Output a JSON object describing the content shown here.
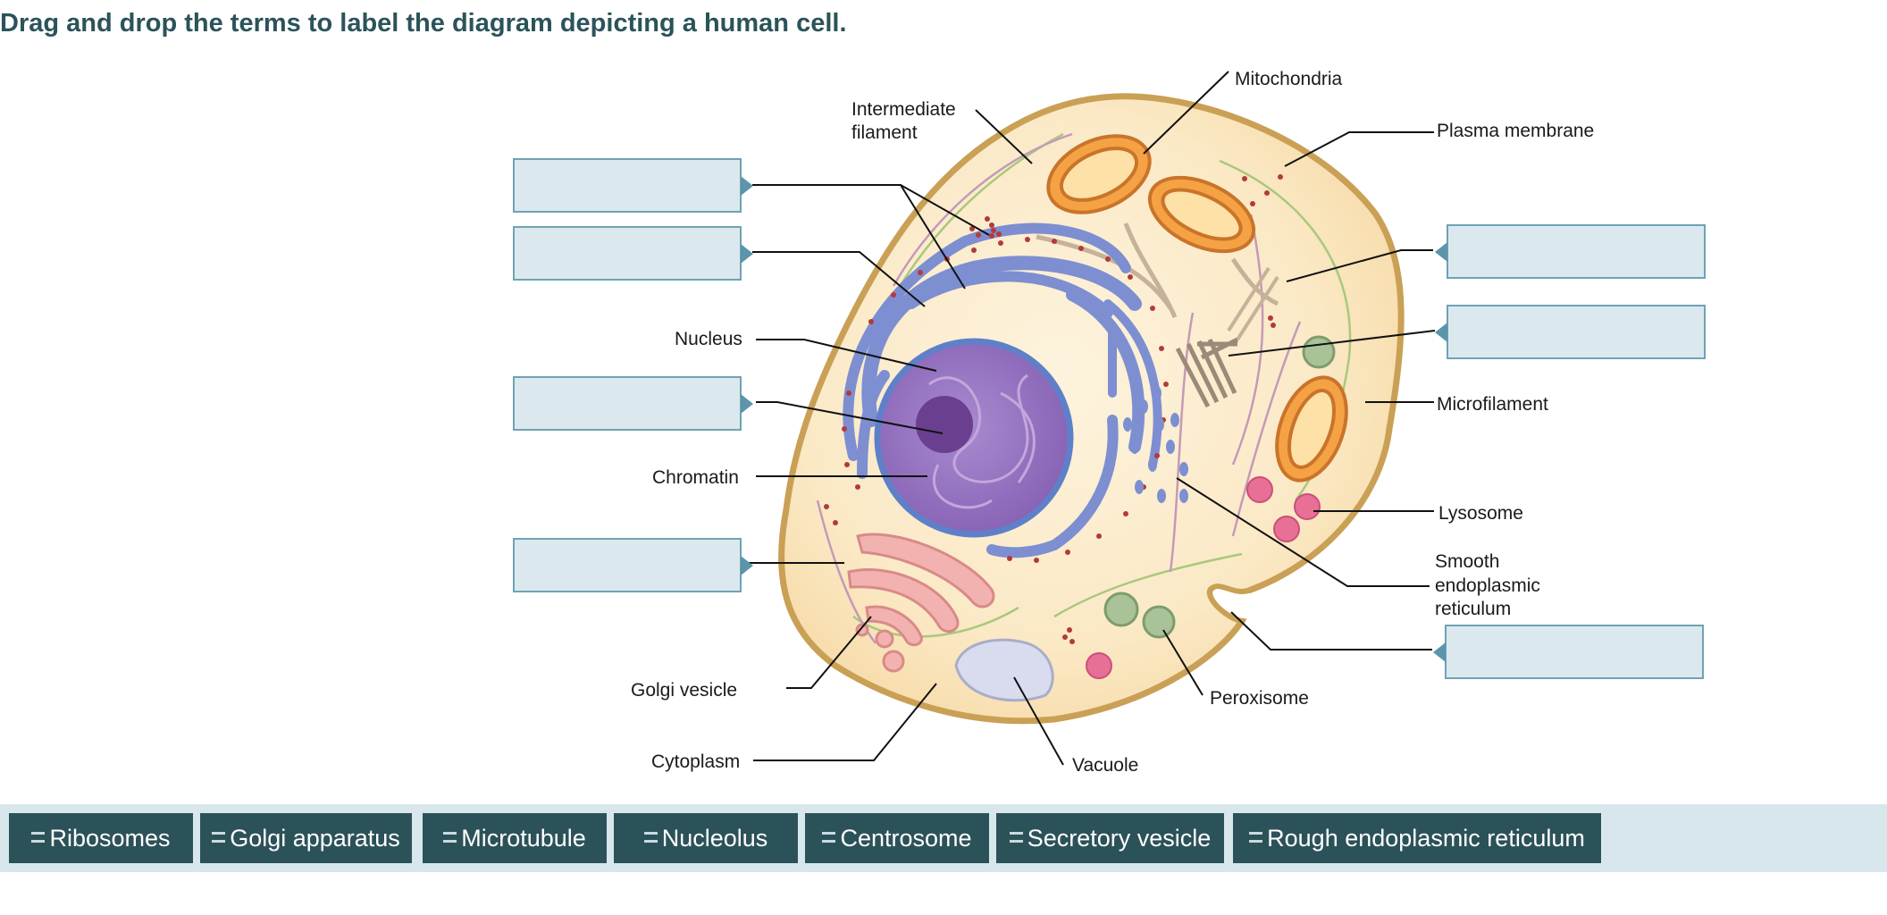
{
  "question": "Drag and drop the terms to label the diagram depicting a human cell.",
  "labels": {
    "intermediate_filament": [
      "Intermediate",
      "filament"
    ],
    "mitochondria": "Mitochondria",
    "plasma_membrane": "Plasma membrane",
    "nucleus": "Nucleus",
    "microfilament": "Microfilament",
    "chromatin": "Chromatin",
    "lysosome": "Lysosome",
    "smooth_er": [
      "Smooth",
      "endoplasmic",
      "reticulum"
    ],
    "golgi_vesicle": "Golgi vesicle",
    "peroxisome": "Peroxisome",
    "cytoplasm": "Cytoplasm",
    "vacuole": "Vacuole"
  },
  "drop_targets": 7,
  "word_bank": [
    "Ribosomes",
    "Golgi apparatus",
    "Microtubule",
    "Nucleolus",
    "Centrosome",
    "Secretory vesicle",
    "Rough endoplasmic reticulum"
  ],
  "colors": {
    "accent": "#2c5259",
    "drop_fill": "#dbe9ee",
    "drop_border": "#6fa2b6",
    "bank_bg": "#d7e7ec",
    "membrane": "#c9a055",
    "cytoplasm": "#fcefd2",
    "nucleus": "#8e6cb8",
    "rough_er": "#7d8fd1",
    "mitochondria": "#e58a2d",
    "golgi": "#ef9f9f",
    "lysosome": "#e2648a",
    "peroxisome": "#a9c298"
  },
  "icons": {
    "chip_handle": "drag-handle-icon",
    "drop_pointer": "triangle-pointer-icon"
  }
}
